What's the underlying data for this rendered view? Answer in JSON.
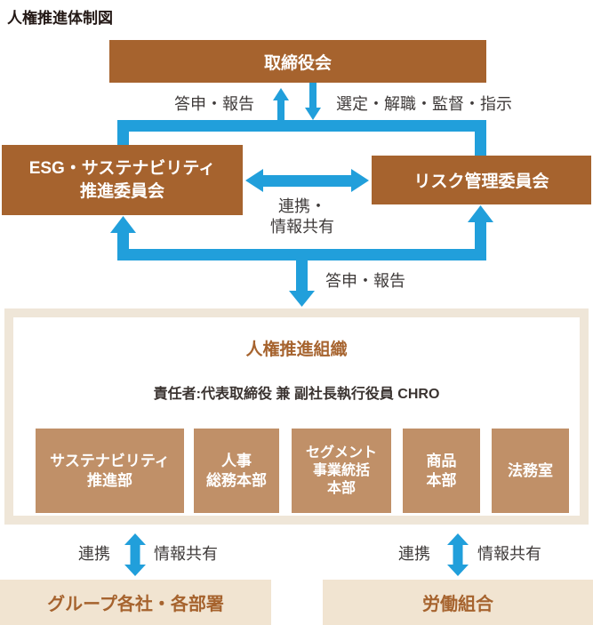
{
  "page_title": "人権推進体制図",
  "colors": {
    "box_brown": "#a6632e",
    "box_tan": "#c09068",
    "arrow_blue": "#219fdb",
    "section_beige": "#efe6d8",
    "external_beige": "#f1e4d1",
    "label_dark": "#3e3a39",
    "box_text": "#ffffff"
  },
  "governance": {
    "board_label": "取締役会",
    "report_up_label": "答申・報告",
    "appoint_label": "選定・解職・監督・指示",
    "esg_committee_lines": [
      "ESG・サステナビリティ",
      "推進委員会"
    ],
    "risk_committee_label": "リスク管理委員会",
    "collab_lines": [
      "連携・",
      "情報共有"
    ],
    "report_down_label": "答申・報告"
  },
  "org_section": {
    "title": "人権推進組織",
    "responsible_label": "責任者:代表取締役 兼 副社長執行役員 CHRO",
    "departments": [
      {
        "lines": [
          "サステナビリティ",
          "推進部"
        ]
      },
      {
        "lines": [
          "人事",
          "総務本部"
        ]
      },
      {
        "lines": [
          "セグメント",
          "事業統括",
          "本部"
        ]
      },
      {
        "lines": [
          "商品",
          "本部"
        ]
      },
      {
        "lines": [
          "法務室"
        ]
      }
    ]
  },
  "external": {
    "left": {
      "collab_label": "連携",
      "share_label": "情報共有",
      "box_label": "グループ各社・各部署"
    },
    "right": {
      "collab_label": "連携",
      "share_label": "情報共有",
      "box_label": "労働組合"
    }
  }
}
